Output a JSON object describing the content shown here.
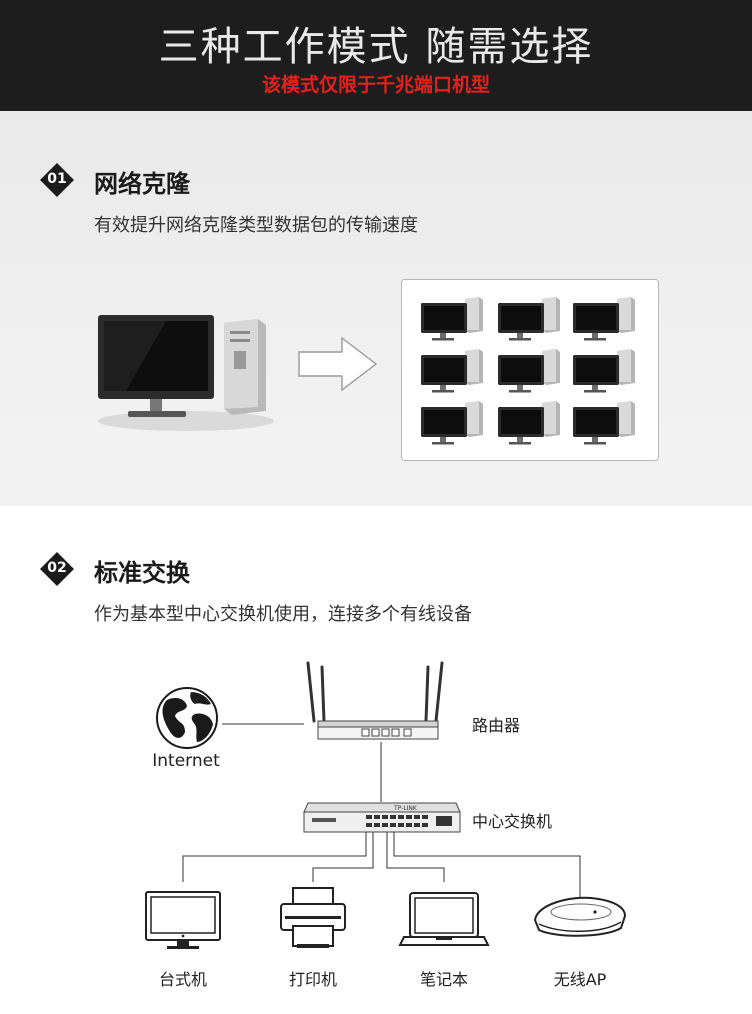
{
  "header": {
    "title": "三种工作模式 随需选择",
    "subtitle": "该模式仅限于千兆端口机型"
  },
  "section1": {
    "number": "01",
    "title": "网络克隆",
    "description": "有效提升网络克隆类型数据包的传输速度"
  },
  "section2": {
    "number": "02",
    "title": "标准交换",
    "description": "作为基本型中心交换机使用，连接多个有线设备",
    "diagram": {
      "internet_label": "Internet",
      "router_label": "路由器",
      "switch_label": "中心交换机",
      "switch_brand": "TP-LINK",
      "devices": [
        {
          "label": "台式机",
          "icon": "desktop-monitor-icon"
        },
        {
          "label": "打印机",
          "icon": "printer-icon"
        },
        {
          "label": "笔记本",
          "icon": "laptop-icon"
        },
        {
          "label": "无线AP",
          "icon": "wireless-ap-icon"
        }
      ]
    }
  },
  "colors": {
    "header_bg": "#1d1d1d",
    "subtitle_red": "#e3211d",
    "section1_bg": "#ececec"
  }
}
